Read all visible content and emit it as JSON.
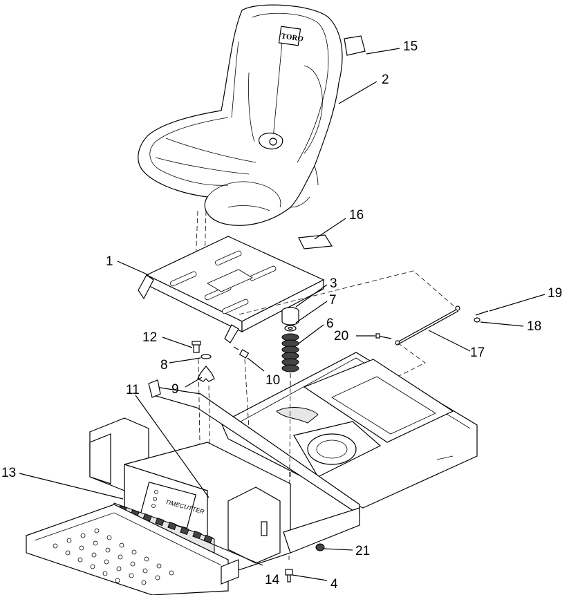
{
  "diagram": {
    "seat_logo": "TORO",
    "decal_brand": "TIMECUTTER",
    "callouts": {
      "c1": "1",
      "c2": "2",
      "c3": "3",
      "c4": "4",
      "c6": "6",
      "c7": "7",
      "c8": "8",
      "c9": "9",
      "c10": "10",
      "c11": "11",
      "c12": "12",
      "c13": "13",
      "c14": "14",
      "c15": "15",
      "c16": "16",
      "c17": "17",
      "c18": "18",
      "c19": "19",
      "c20": "20",
      "c21": "21"
    }
  }
}
